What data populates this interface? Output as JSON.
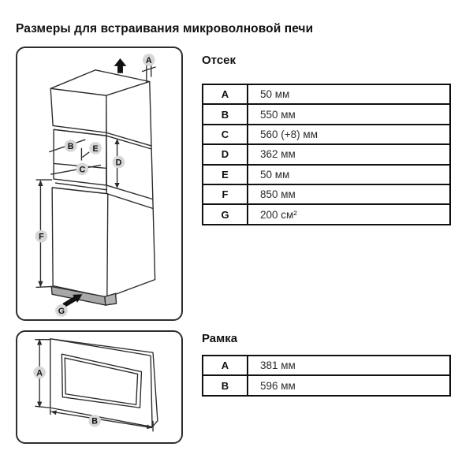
{
  "page": {
    "title": "Размеры для встраивания микроволновой печи"
  },
  "compartment": {
    "heading": "Отсек",
    "rows": [
      {
        "key": "A",
        "value": "50 мм"
      },
      {
        "key": "B",
        "value": "550 мм"
      },
      {
        "key": "C",
        "value": "560 (+8) мм"
      },
      {
        "key": "D",
        "value": "362 мм"
      },
      {
        "key": "E",
        "value": "50 мм"
      },
      {
        "key": "F",
        "value": "850 мм"
      },
      {
        "key": "G",
        "value": "200 см²"
      }
    ]
  },
  "frame": {
    "heading": "Рамка",
    "rows": [
      {
        "key": "A",
        "value": "381 мм"
      },
      {
        "key": "B",
        "value": "596 мм"
      }
    ]
  },
  "cabinet_diagram": {
    "labels": {
      "a": "A",
      "b": "B",
      "c": "C",
      "d": "D",
      "e": "E",
      "f": "F",
      "g": "G"
    }
  },
  "frame_diagram": {
    "labels": {
      "a": "A",
      "b": "B"
    }
  },
  "colors": {
    "line": "#2b2b2b",
    "badge_fill": "#d7d7d7",
    "vent_gray": "#a8a8a8",
    "border": "#101010"
  }
}
